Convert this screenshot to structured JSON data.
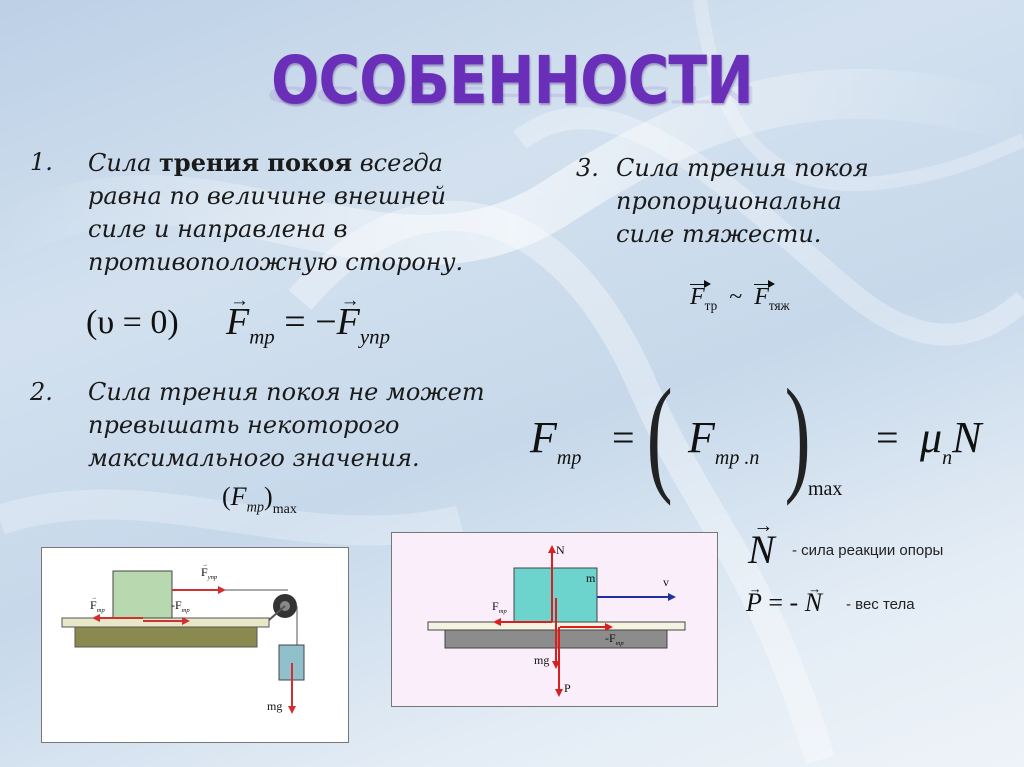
{
  "slide": {
    "title": "ОСОБЕННОСТИ",
    "items": [
      {
        "number": "1.",
        "lines": [
          {
            "before": "Сила ",
            "bold": "трения покоя",
            "after": " всегда"
          },
          {
            "text": "равна по величине внешней"
          },
          {
            "text": "силе и направлена в"
          },
          {
            "text": "противоположную сторону."
          }
        ],
        "formula": {
          "condition": "(υ = 0)",
          "lhs": "F",
          "lhs_sub": "тр",
          "eq": "= −",
          "rhs": "F",
          "rhs_sub": "упр"
        }
      },
      {
        "number": "2.",
        "lines": [
          {
            "text": "Сила трения покоя не может"
          },
          {
            "text": "превышать некоторого"
          },
          {
            "text": "максимального значения."
          }
        ],
        "formula": {
          "base": "F",
          "sub": "тр",
          "outer_sub": "max"
        }
      },
      {
        "number": "3.",
        "lines": [
          {
            "text": "Сила трения покоя"
          },
          {
            "text": "пропорциональна"
          },
          {
            "text": "силе тяжести."
          }
        ],
        "formula": {
          "lhs": "F",
          "lhs_sub": "тр",
          "op": "~",
          "rhs": "F",
          "rhs_sub": "тяж"
        }
      }
    ],
    "main_formula": {
      "lhs": "F",
      "lhs_sub": "тр",
      "eq1": "=",
      "inner": "F",
      "inner_sub": "тр .п",
      "outer_sub": "max",
      "eq2": "=",
      "mu": "μ",
      "mu_sub": "п",
      "n": "N"
    },
    "legend": [
      {
        "symbol": "N",
        "text": "- сила реакции опоры"
      },
      {
        "symbol": "P = - N",
        "p": "P",
        "eq": "= -",
        "n": "N",
        "text": "- вес тела"
      }
    ],
    "diagram_left": {
      "labels": {
        "f_tr": "F",
        "f_tr_sub": "тр",
        "f_upr": "F",
        "f_upr_sub": "упр",
        "neg_f_tr": "-F",
        "neg_f_tr_sub": "тр",
        "mg": "mg"
      },
      "colors": {
        "block": "#b8d8b0",
        "table_top": "#e8e8c8",
        "table_base": "#8a8a50",
        "weight": "#8fc0cc",
        "arrow": "#d03030"
      }
    },
    "diagram_right": {
      "labels": {
        "n": "N",
        "m": "m",
        "v": "v",
        "f_tr": "F",
        "f_tr_sub": "тр",
        "neg_f_tr": "-F",
        "neg_f_tr_sub": "тр",
        "mg": "mg",
        "p": "P"
      },
      "colors": {
        "block": "#6cd4cc",
        "table_top": "#f4f2e0",
        "table_base": "#8c8c8c",
        "arrow": "#d82020",
        "velocity": "#2030a0"
      }
    }
  }
}
